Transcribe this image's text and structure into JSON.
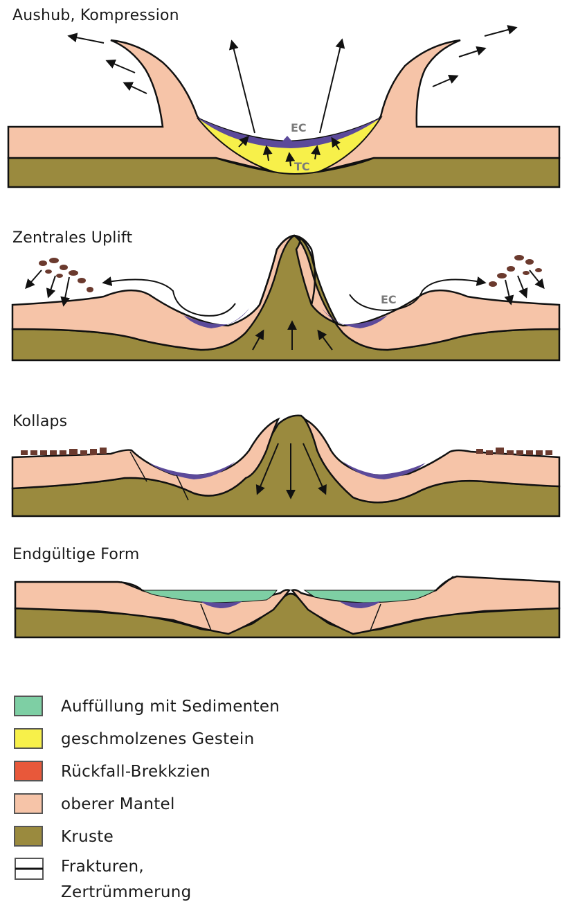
{
  "stages": [
    {
      "title": "Aushub, Kompression",
      "labels": [
        "EC",
        "TC"
      ]
    },
    {
      "title": "Zentrales Uplift",
      "labels": [
        "EC"
      ]
    },
    {
      "title": "Kollaps",
      "labels": []
    },
    {
      "title": "Endgültige Form",
      "labels": []
    }
  ],
  "legend": [
    {
      "label": "Auffüllung mit Sedimenten",
      "color": "#7ecfa4"
    },
    {
      "label": "geschmolzenes Gestein",
      "color": "#f7f04a"
    },
    {
      "label": "Rückfall-Brekkzien",
      "color": "#e8583a"
    },
    {
      "label": "oberer Mantel",
      "color": "#f6c4a8"
    },
    {
      "label": "Kruste",
      "color": "#9a8a3e"
    },
    {
      "label_lines": [
        "Frakturen,",
        "Zertrümmerung"
      ],
      "color": "#ffffff"
    }
  ],
  "colors": {
    "mantle": "#f6c4a8",
    "crust": "#9a8a3e",
    "melt": "#f7f04a",
    "breccia_dark": "#6b3a2e",
    "purple": "#5c4a9a",
    "sediment": "#7ecfa4",
    "outline": "#111111"
  }
}
